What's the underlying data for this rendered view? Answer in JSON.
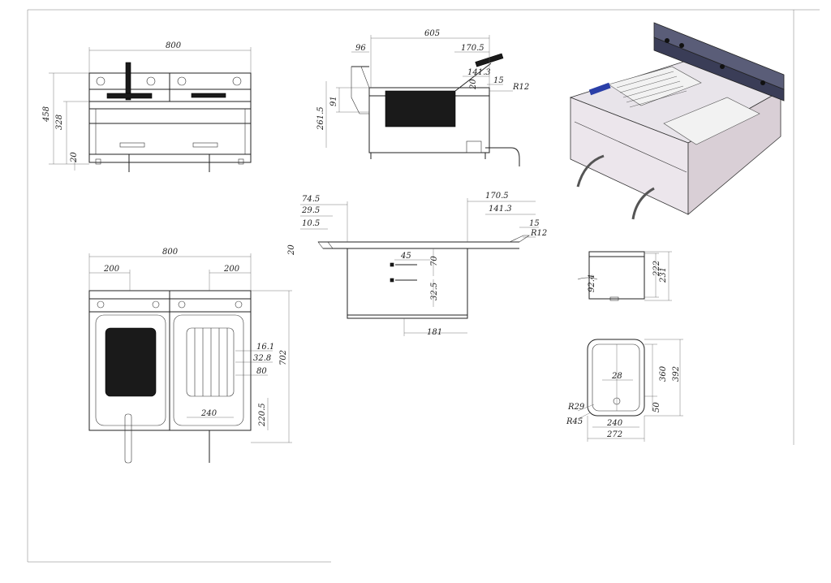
{
  "dimensions": {
    "front": {
      "width": "800",
      "height": "458",
      "body_height": "328",
      "leg": "20"
    },
    "side": {
      "depth": "605",
      "a": "96",
      "b": "170.5",
      "c": "141.3",
      "d": "20",
      "e": "15",
      "radius": "R12",
      "h1": "91",
      "h2": "261.5"
    },
    "section": {
      "a": "74.5",
      "b": "29.5",
      "c": "10.5",
      "d": "20",
      "e": "170.5",
      "f": "141.3",
      "g": "15",
      "radius": "R12",
      "h": "45",
      "i": "70",
      "j": "32.5",
      "k": "181"
    },
    "top": {
      "width": "800",
      "left_gap": "200",
      "right_gap": "200",
      "depth": "702",
      "a": "16.1",
      "b": "32.8",
      "c": "80",
      "d": "240",
      "e": "220.5"
    },
    "tank_side": {
      "a": "222",
      "b": "231",
      "angle": "92.4"
    },
    "tank_top": {
      "a": "360",
      "b": "392",
      "c": "28",
      "d": "50",
      "r1": "R29",
      "r2": "R45",
      "w1": "240",
      "w2": "272"
    }
  },
  "colors": {
    "line": "#222222",
    "iso_fill": "#d9cfd6",
    "iso_top": "#e8e4ea",
    "iso_panel": "#3a3d57",
    "handle_blue": "#2a3fa8"
  }
}
